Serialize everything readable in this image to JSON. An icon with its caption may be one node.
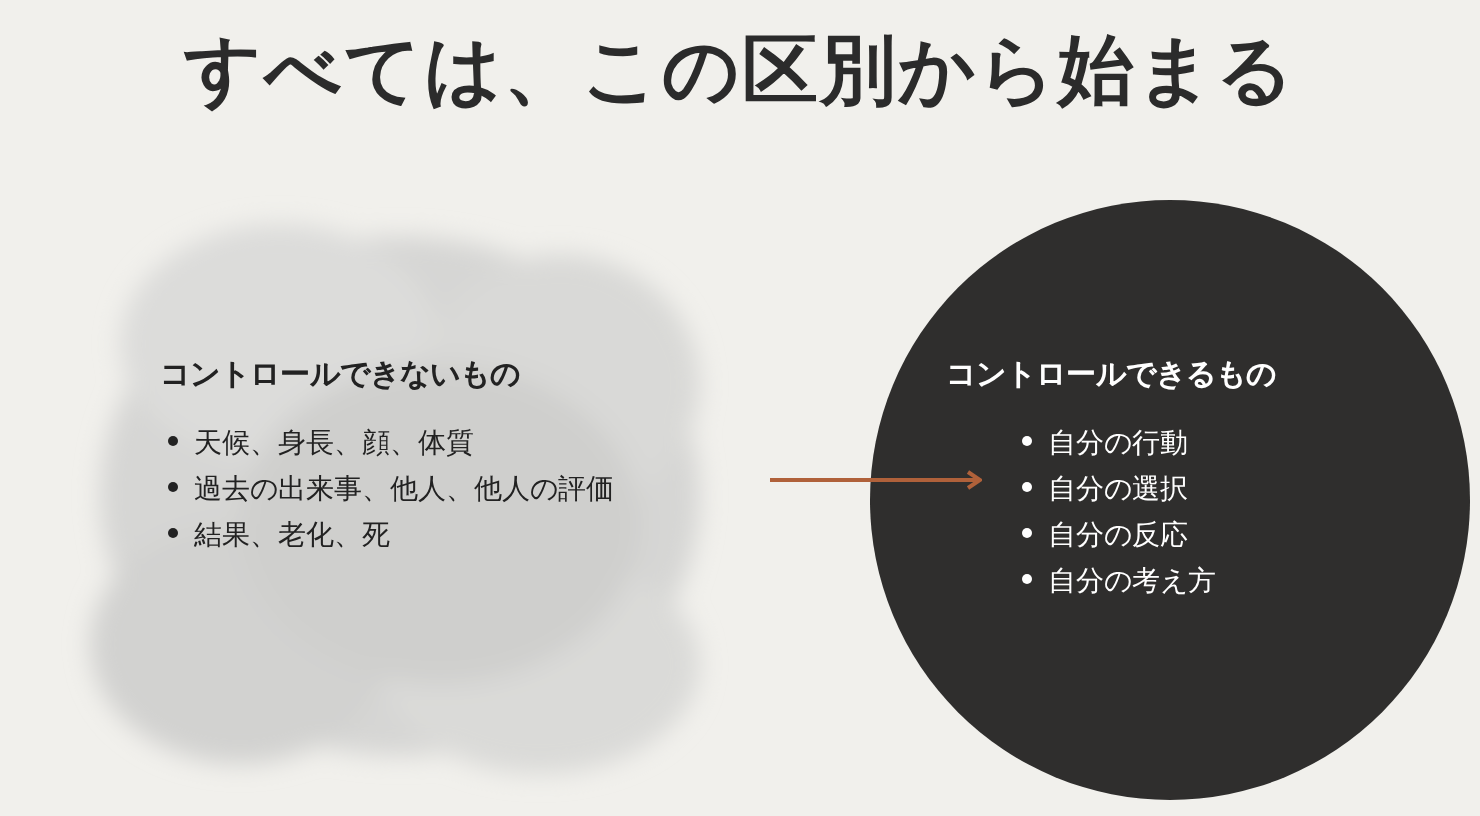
{
  "diagram": {
    "title": "すべては、この区別から始まる",
    "nodes": [
      {
        "text": [
          "コントロールできないもの",
          "天候、身長、顔、体質",
          "過去の出来事、他人、他人の評価",
          "結果、老化、死"
        ]
      },
      {
        "text": [
          "コントロールできるもの",
          "自分の行動",
          "自分の選択",
          "自分の反応",
          "自分の考え方"
        ]
      }
    ],
    "edges": [
      {
        "from": null,
        "to": 1,
        "arrow": "to",
        "color": "#b0613a"
      }
    ]
  }
}
